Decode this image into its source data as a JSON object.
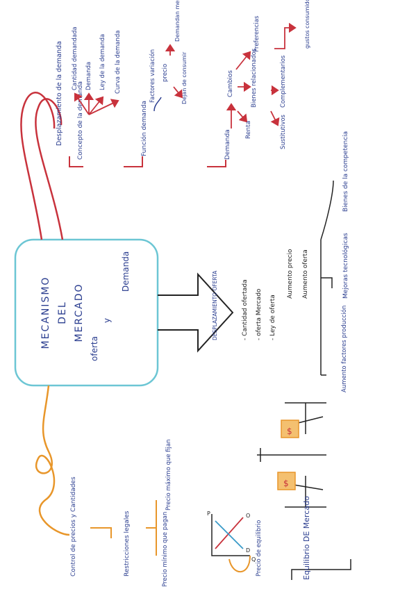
{
  "colors": {
    "red": "#c8323c",
    "blue": "#2a3d8f",
    "orange": "#e8962a",
    "cyan": "#6cc6d4",
    "black": "#222222",
    "purple": "#5a3a8a"
  },
  "center": {
    "line1": "MECANISMO",
    "line2": "DEL",
    "line3": "MERCADO",
    "sub_oferta": "oferta",
    "sub_y": "y",
    "sub_demanda": "Demanda"
  },
  "demanda_branch": {
    "desplazamiento": "Desplazamiento de la demanda",
    "concepto": "Concepto de la demanda",
    "concepto_children": [
      "Cantidad demandada",
      "Demanda",
      "Ley de la demanda",
      "Curva de la demanda"
    ],
    "funcion": "Función demanda",
    "factores": "Factores variación",
    "precio": "precio",
    "demandan_menos": "Demandan menos unidades",
    "dejan_consumir": "Dejan de consumir",
    "demanda_cambios": "Demanda",
    "cambios": "Cambios",
    "renta": "Renta",
    "bienes_relacionados": "Bienes relacionados",
    "preferencias": "Preferencias",
    "complementarios": "Complementarios",
    "sustitutivos": "Sustitutivos",
    "gustos": "gustos consumidores"
  },
  "oferta_branch": {
    "desplazamiento": "DESPLAZAMIENTO OFERTA",
    "item1": "- Cantidad ofertada",
    "item2": "- oferta Mercado",
    "item3": "- Ley de oferta",
    "aumento_precio": "Aumento precio",
    "aumento_oferta": "Aumento oferta",
    "aumento_factores": "Aumento factores producción",
    "mejoras": "Mejoras tecnológicas",
    "bienes_competencia": "Bienes de la competencia"
  },
  "control_branch": {
    "control": "Control de precios y Cantidades",
    "restricciones": "Restricciones legales",
    "precio_minimo": "Precio mínimo que pagan",
    "precio_maximo": "Precio máximo que fijan",
    "precio_equilibrio": "Precio de equilibrio",
    "graph_o": "O",
    "graph_d": "D",
    "graph_p": "P",
    "graph_q": "Q",
    "equilibrio_title": "Equilibrio DE Mercado",
    "scale_left": "$",
    "scale_right": "$"
  }
}
